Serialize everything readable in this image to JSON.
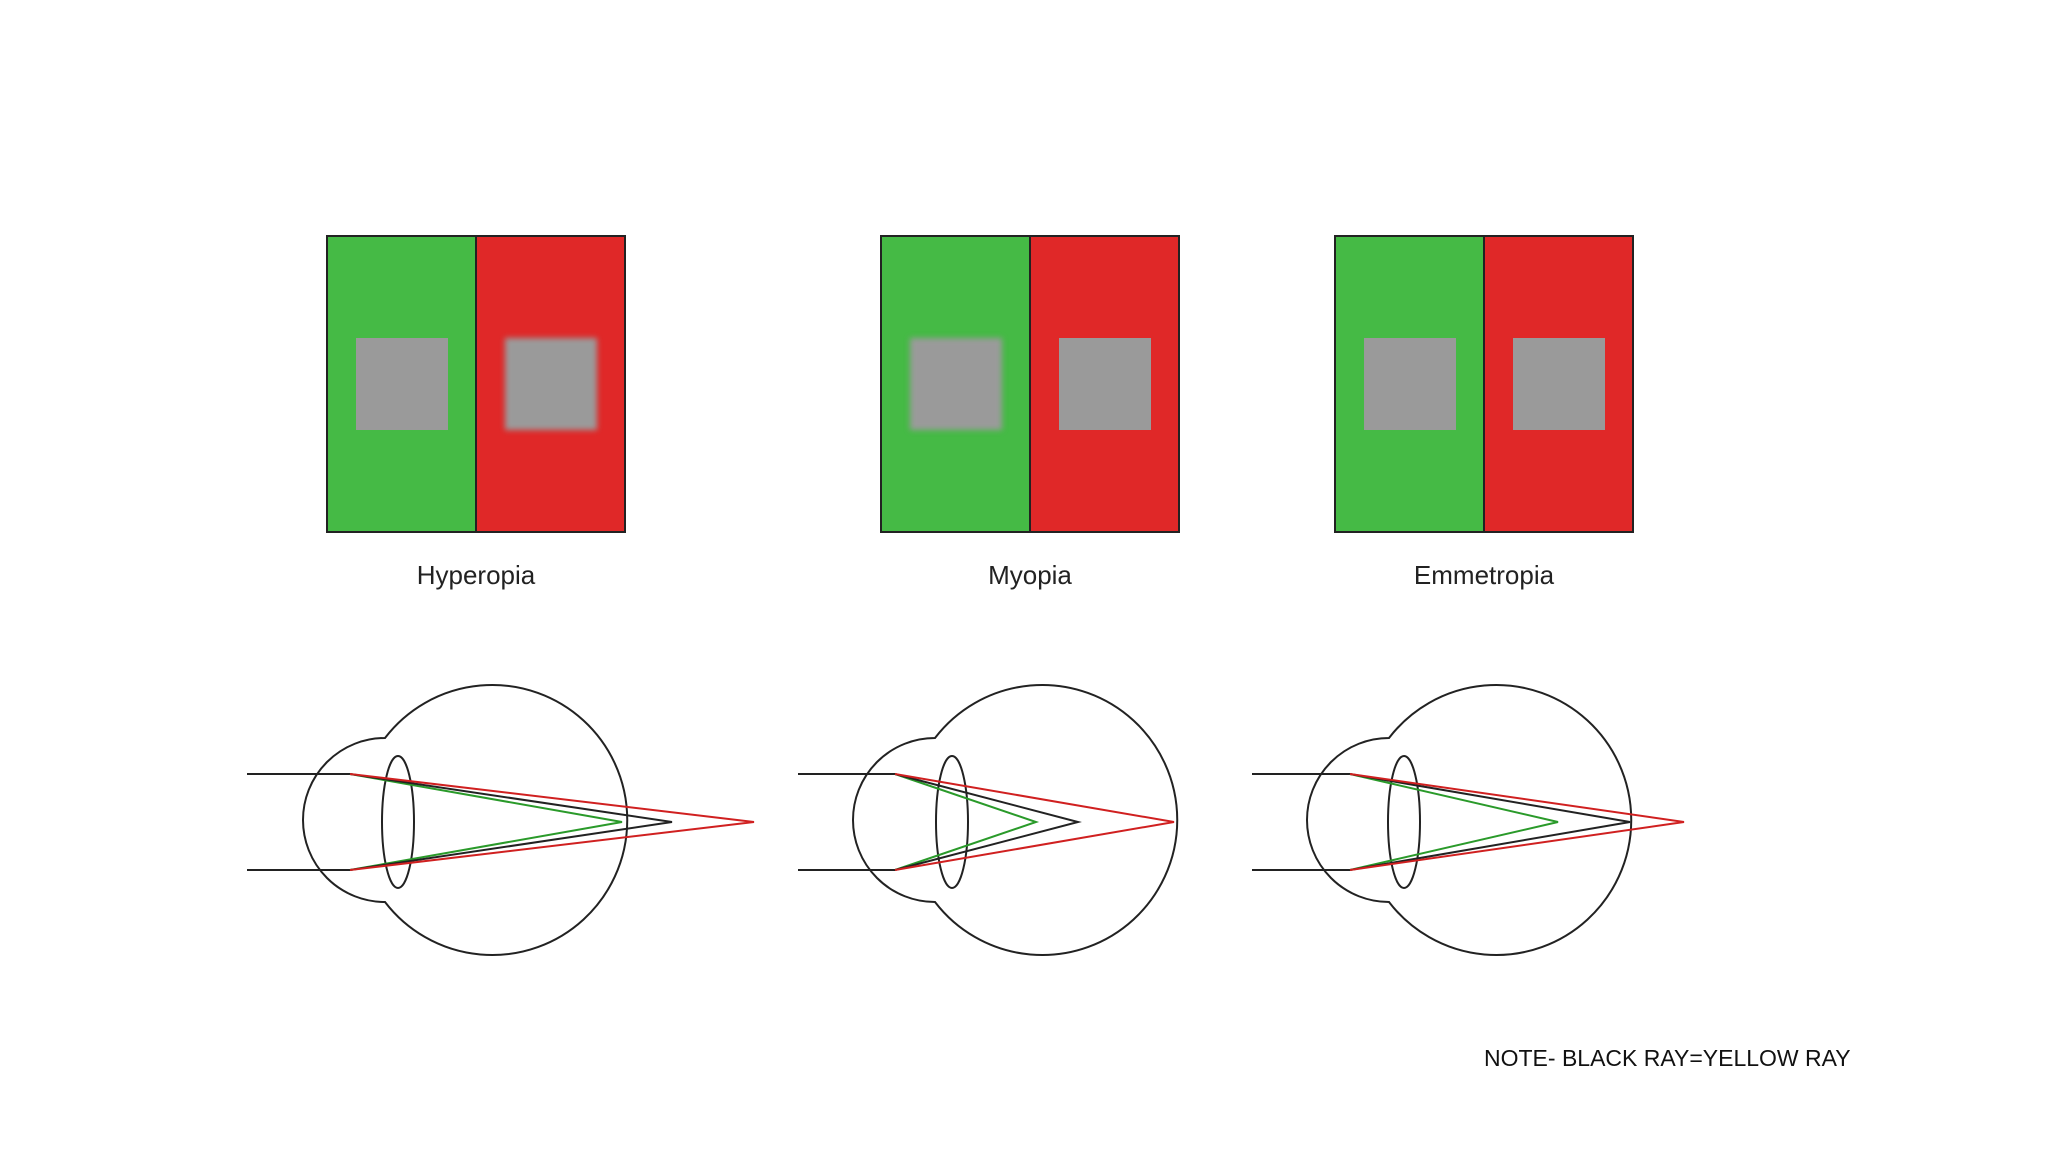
{
  "colors": {
    "green_field": "#45ba45",
    "red_field": "#e02828",
    "cross": "#9a9a9a",
    "outline": "#222222",
    "ray_red": "#d02020",
    "ray_green": "#2a9a2a",
    "ray_black": "#222222"
  },
  "conditions": [
    {
      "label": "Hyperopia",
      "blur_side": "red",
      "focus_order": "all behind retina"
    },
    {
      "label": "Myopia",
      "blur_side": "green",
      "focus_order": "all in front of retina"
    },
    {
      "label": "Emmetropia",
      "blur_side": "none",
      "focus_order": "straddling retina"
    }
  ],
  "note": "NOTE- BLACK RAY=YELLOW RAY"
}
